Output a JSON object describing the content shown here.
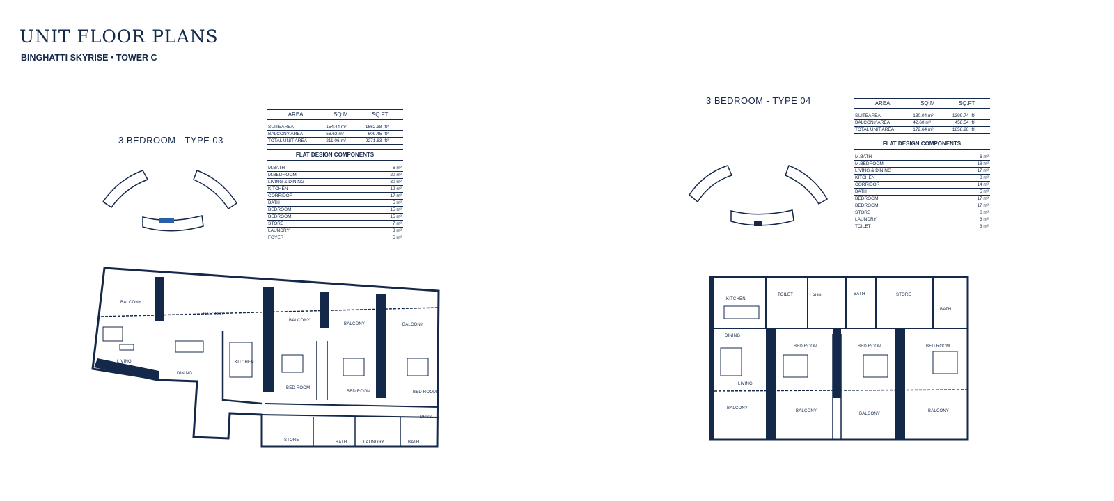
{
  "header": {
    "title": "UNIT FLOOR PLANS",
    "subtitle": "BINGHATTI SKYRISE • TOWER C"
  },
  "colors": {
    "navy": "#14284a",
    "highlight": "#2a5ea8"
  },
  "plans": [
    {
      "title": "3 BEDROOM - TYPE 03",
      "area_headers": [
        "AREA",
        "SQ.M",
        "SQ.FT"
      ],
      "areas": [
        {
          "label": "SUITEAREA",
          "sqm": "154.44 m²",
          "sqft": "1662.38",
          "unit": "ft²"
        },
        {
          "label": "BALCONY AREA",
          "sqm": "56.62  m²",
          "sqft": "609.45",
          "unit": "ft²"
        },
        {
          "label": "TOTAL UNIT AREA",
          "sqm": "211.06 m²",
          "sqft": "2271.83",
          "unit": "ft²"
        }
      ],
      "components_title": "FLAT DESIGN COMPONENTS",
      "components": [
        {
          "label": "M.BATH",
          "value": "6 m²"
        },
        {
          "label": "M.BEDROOM",
          "value": "20 m²"
        },
        {
          "label": "LIVING & DINING",
          "value": "30 m²"
        },
        {
          "label": "KITCHEN",
          "value": "12 m²"
        },
        {
          "label": "CORRIDOR",
          "value": "17 m²"
        },
        {
          "label": "BATH",
          "value": "5 m²"
        },
        {
          "label": "BEDROOM",
          "value": "15 m²"
        },
        {
          "label": "BEDROOM",
          "value": "15 m²"
        },
        {
          "label": "STORE",
          "value": "7 m²"
        },
        {
          "label": "LAUNDRY",
          "value": "3 m²"
        },
        {
          "label": "FOYER",
          "value": "5 m²"
        }
      ],
      "rooms": [
        "BALCONY",
        "BALCONY",
        "BALCONY",
        "BALCONY",
        "BALCONY",
        "LIVING",
        "DINING",
        "KITCHEN",
        "BED ROOM",
        "BED ROOM",
        "BED ROOM",
        "DRSS.",
        "STORE",
        "BATH",
        "LAUNDRY",
        "BATH"
      ]
    },
    {
      "title": "3 BEDROOM - TYPE 04",
      "area_headers": [
        "AREA",
        "SQ.M",
        "SQ.FT"
      ],
      "areas": [
        {
          "label": "SUITEAREA",
          "sqm": "130.04 m²",
          "sqft": "1399.74",
          "unit": "ft²"
        },
        {
          "label": "BALCONY AREA",
          "sqm": "42.60  m²",
          "sqft": "458.54",
          "unit": "ft²"
        },
        {
          "label": "TOTAL UNIT AREA",
          "sqm": "172.64 m²",
          "sqft": "1858.28",
          "unit": "ft²"
        }
      ],
      "components_title": "FLAT DESIGN COMPONENTS",
      "components": [
        {
          "label": "M.BATH",
          "value": "6 m²"
        },
        {
          "label": "M.BEDROOM",
          "value": "18 m²"
        },
        {
          "label": "LIVING & DINING",
          "value": "17 m²"
        },
        {
          "label": "KITCHEN",
          "value": "8 m²"
        },
        {
          "label": "CORRIDOR",
          "value": "14 m²"
        },
        {
          "label": "BATH",
          "value": "5 m²"
        },
        {
          "label": "BEDROOM",
          "value": "17 m²"
        },
        {
          "label": "BEDROOM",
          "value": "17 m²"
        },
        {
          "label": "STORE",
          "value": "6 m²"
        },
        {
          "label": "LAUNDRY",
          "value": "3 m²"
        },
        {
          "label": "TOILET",
          "value": "3 m²"
        }
      ],
      "rooms": [
        "KITCHEN",
        "TOILET",
        "LAUN.",
        "BATH",
        "STORE",
        "BATH",
        "DINING",
        "LIVING",
        "BED ROOM",
        "BED ROOM",
        "BED ROOM",
        "BALCONY",
        "BALCONY",
        "BALCONY",
        "BALCONY"
      ]
    }
  ]
}
